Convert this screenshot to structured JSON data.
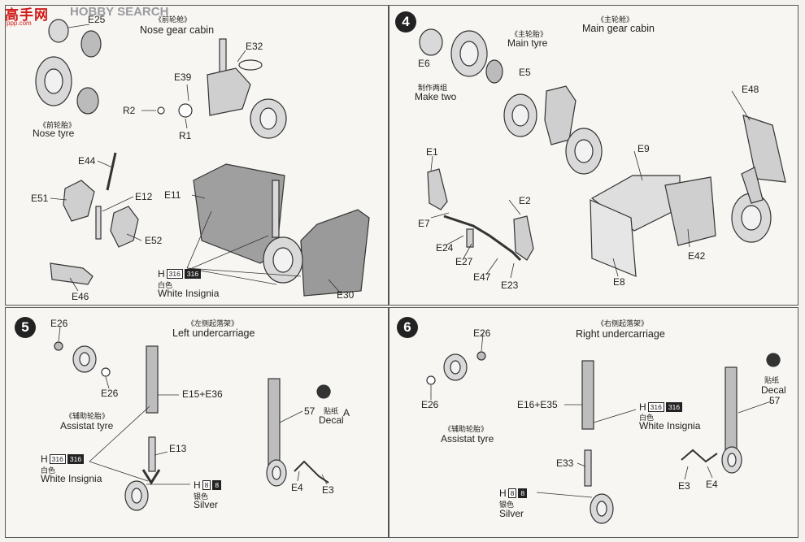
{
  "watermark": {
    "brand": "高手网",
    "search": "HOBBY SEARCH",
    "site": "ppp.com"
  },
  "panel_top_left": {
    "title_cn": "《前轮舱》",
    "title": "Nose gear cabin",
    "tyre_cn": "《前轮胎》",
    "tyre": "Nose tyre",
    "parts": {
      "e25": "E25",
      "e32": "E32",
      "e39": "E39",
      "r2": "R2",
      "r1": "R1",
      "e44": "E44",
      "e12": "E12",
      "e51": "E51",
      "e52": "E52",
      "e46": "E46",
      "e11": "E11",
      "e30": "E30"
    },
    "paint": {
      "letter": "H",
      "code1": "316",
      "code2": "316",
      "color_cn": "白色",
      "color": "White Insignia"
    }
  },
  "panel_top_right": {
    "step": "4",
    "title_cn": "《主轮舱》",
    "title": "Main gear cabin",
    "tyre_cn": "《主轮胎》",
    "tyre": "Main tyre",
    "make_two_cn": "制作两组",
    "make_two": "Make two",
    "parts": {
      "e6": "E6",
      "e5": "E5",
      "e48": "E48",
      "e1": "E1",
      "e9": "E9",
      "e2": "E2",
      "e7": "E7",
      "e24": "E24",
      "e27": "E27",
      "e47": "E47",
      "e23": "E23",
      "e42": "E42",
      "e8": "E8"
    }
  },
  "panel_bottom_left": {
    "step": "5",
    "title_cn": "《左侧起落架》",
    "title": "Left undercarriage",
    "tyre_cn": "《辅助轮胎》",
    "tyre": "Assistat tyre",
    "parts": {
      "e26a": "E26",
      "e26b": "E26",
      "e15": "E15+E36",
      "e13": "E13",
      "p57": "57",
      "e4": "E4",
      "e3": "E3",
      "a": "A"
    },
    "decal_cn": "贴纸",
    "decal": "Decal",
    "paint_white": {
      "letter": "H",
      "code1": "316",
      "code2": "316",
      "color_cn": "白色",
      "color": "White Insignia"
    },
    "paint_silver": {
      "letter": "H",
      "code1": "8",
      "code2": "8",
      "color_cn": "银色",
      "color": "Silver"
    }
  },
  "panel_bottom_right": {
    "step": "6",
    "title_cn": "《右侧起落架》",
    "title": "Right undercarriage",
    "tyre_cn": "《辅助轮胎》",
    "tyre": "Assistat tyre",
    "parts": {
      "e26a": "E26",
      "e26b": "E26",
      "e16": "E16+E35",
      "e33": "E33",
      "e3": "E3",
      "e4": "E4",
      "p57": "57"
    },
    "decal_cn": "贴纸",
    "decal": "Decal",
    "paint_white": {
      "letter": "H",
      "code1": "316",
      "code2": "316",
      "color_cn": "白色",
      "color": "White Insignia"
    },
    "paint_silver": {
      "letter": "H",
      "code1": "8",
      "code2": "8",
      "color_cn": "银色",
      "color": "Silver"
    }
  }
}
